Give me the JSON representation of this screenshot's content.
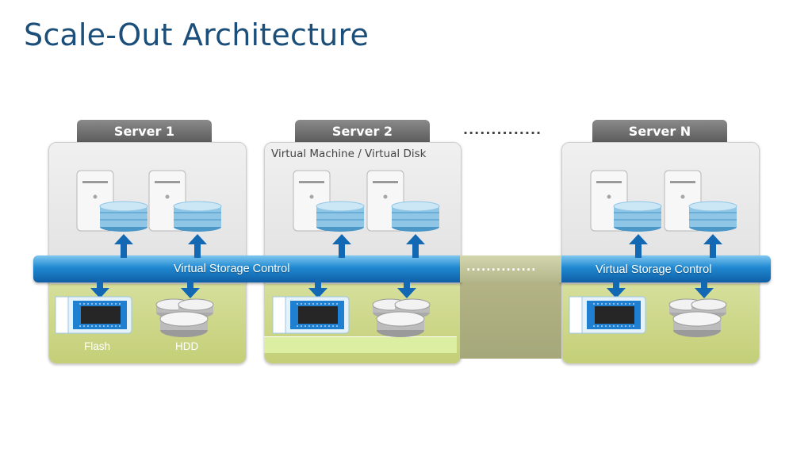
{
  "title": "Scale-Out Architecture",
  "servers": [
    {
      "label": "Server 1"
    },
    {
      "label": "Server 2"
    },
    {
      "label": "Server N"
    }
  ],
  "vm_caption": "Virtual Machine / Virtual Disk",
  "ellipsis": "..............",
  "bus_labels": [
    "Virtual Storage Control",
    "Virtual Storage Control"
  ],
  "device_labels": {
    "flash": "Flash",
    "hdd": "HDD"
  },
  "icons": [
    "server-tower-icon",
    "disk-stack-icon",
    "flash-chip-icon",
    "hdd-platter-icon",
    "up-arrow-icon",
    "down-arrow-icon"
  ],
  "colors": {
    "title": "#1b4f7a",
    "bus": "#1f88d0",
    "arrow": "#1268b3",
    "storage_zone": "#cdd68a",
    "server_label": "#6b6b6b"
  }
}
